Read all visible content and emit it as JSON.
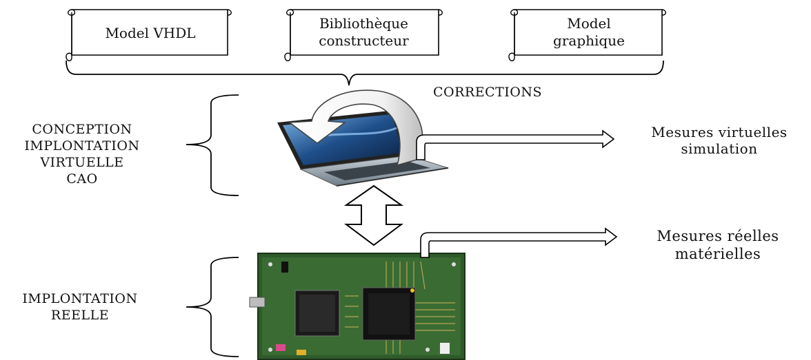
{
  "scrolls": [
    {
      "label": "Model VHDL"
    },
    {
      "label": "Bibliothèque\nconstructeur"
    },
    {
      "label": "Model\ngraphique"
    }
  ],
  "corrections_label": "CORRECTIONS",
  "virtual_section": {
    "lines": [
      "CONCEPTION",
      "IMPLONTATION",
      "VIRTUELLE",
      "CAO"
    ]
  },
  "real_section": {
    "lines": [
      "IMPLONTATION",
      "REELLE"
    ]
  },
  "outputs": {
    "virtual": {
      "line1": "Mesures virtuelles",
      "line2": "simulation"
    },
    "real": {
      "line1": "Mesures réelles",
      "line2": "matérielles"
    }
  },
  "images": {
    "laptop": "laptop-image",
    "board": "fpga-board-image"
  },
  "colors": {
    "board_green": "#2f5a2a",
    "laptop_screen": "#1f4f8a"
  }
}
